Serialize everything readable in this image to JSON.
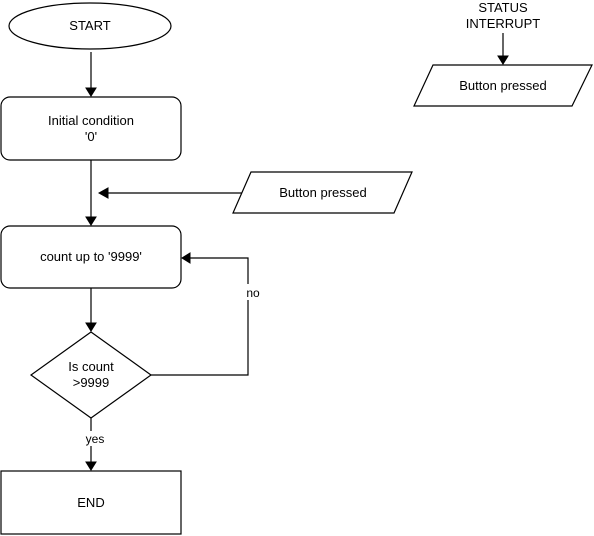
{
  "flowchart": {
    "start": "START",
    "initial_line1": "Initial condition",
    "initial_line2": "'0'",
    "input_button": "Button pressed",
    "count": "count up to '9999'",
    "decision_line1": "Is count",
    "decision_line2": ">9999",
    "no_label": "no",
    "yes_label": "yes",
    "end": "END"
  },
  "interrupt": {
    "title_line1": "STATUS",
    "title_line2": "INTERRUPT",
    "input_button": "Button pressed"
  }
}
